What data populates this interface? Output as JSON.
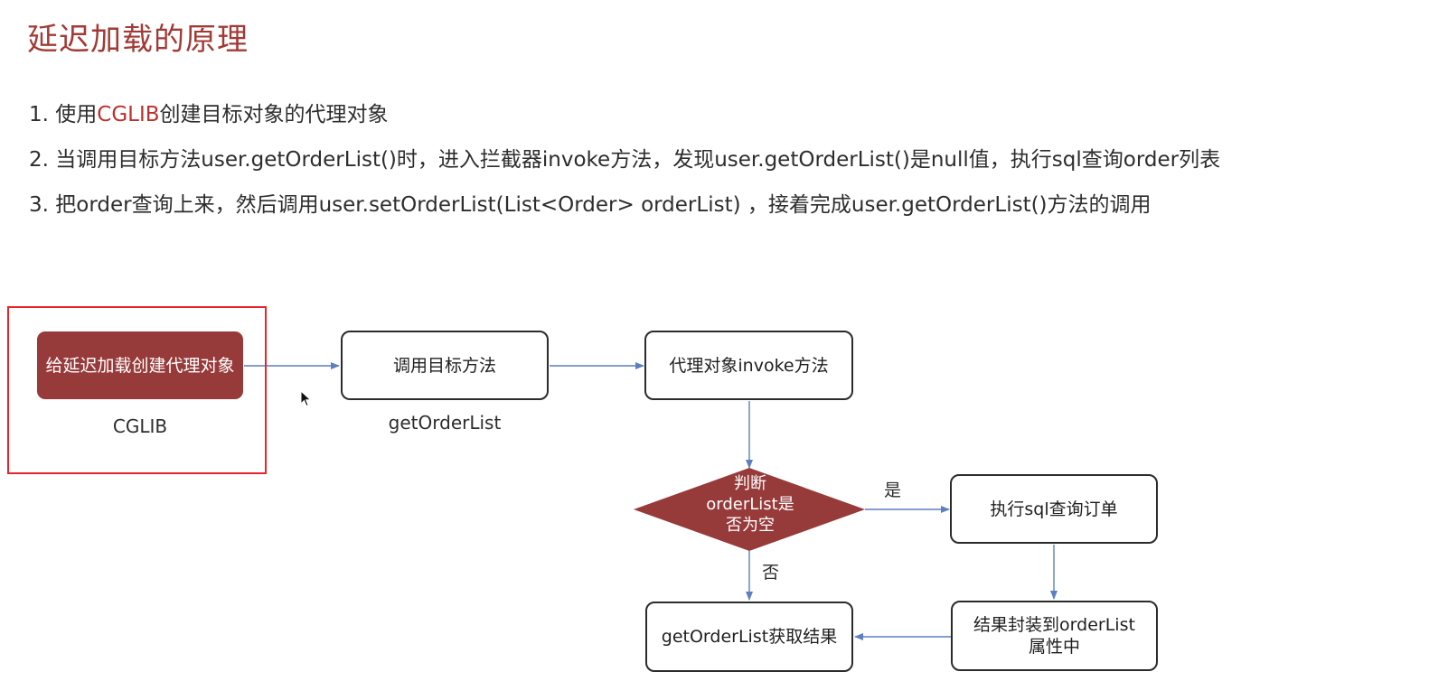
{
  "title": "延迟加载的原理",
  "points": [
    {
      "prefix": "1. 使用",
      "accent": "CGLIB",
      "suffix": "创建目标对象的代理对象"
    },
    {
      "prefix": "2. 当调用目标方法user.getOrderList()时，进入拦截器invoke方法，发现user.getOrderList()是null值，执行sql查询order列表",
      "accent": "",
      "suffix": ""
    },
    {
      "prefix": "3. 把order查询上来，然后调用user.setOrderList(List<Order> orderList) ，接着完成user.getOrderList()方法的调用",
      "accent": "",
      "suffix": ""
    }
  ],
  "colors": {
    "title": "#a23a36",
    "accent": "#c0302a",
    "node_fill": "#973a3a",
    "highlight": "#e8242a",
    "arrow": "#5b7fbf",
    "underline": "#e01b1b"
  },
  "flow": {
    "create_proxy": "给延迟加载创建代理对象",
    "cglib": "CGLIB",
    "call_target": "调用目标方法",
    "get_order_list": "getOrderList",
    "proxy_invoke": "代理对象invoke方法",
    "decision_line1": "判断",
    "decision_line2": "orderList是",
    "decision_line3": "否为空",
    "yes": "是",
    "no": "否",
    "execute_sql": "执行sql查询订单",
    "wrap_result_line1": "结果封装到orderList",
    "wrap_result_line2": "属性中",
    "get_result": "getOrderList获取结果"
  }
}
